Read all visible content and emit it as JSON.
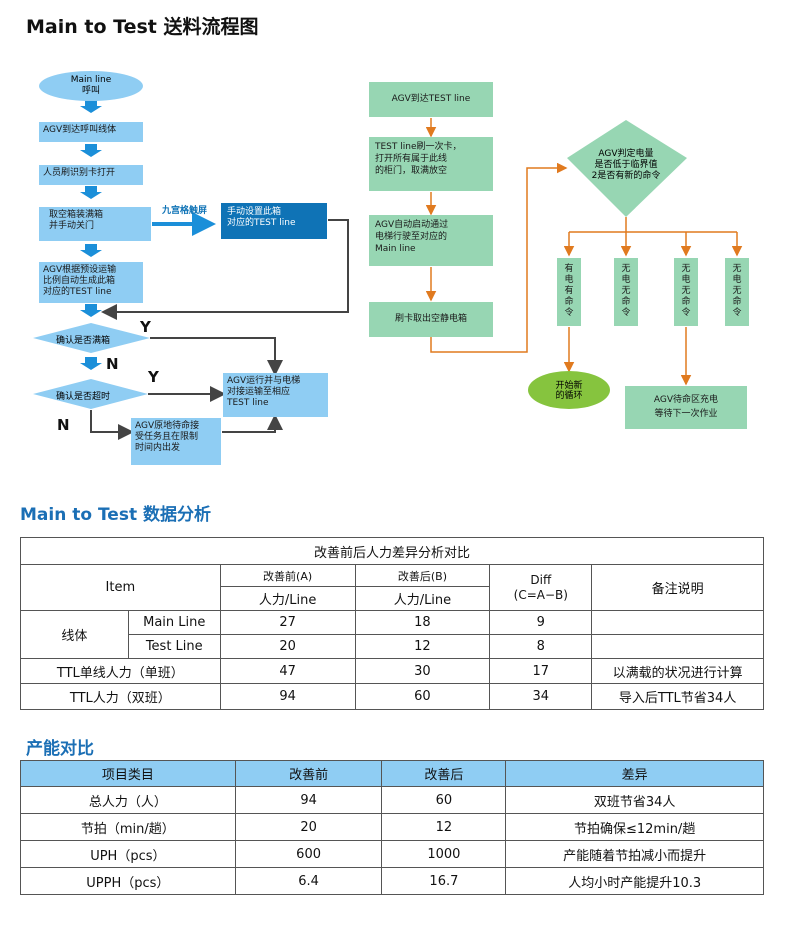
{
  "heading_flow": "Main to Test 送料流程图",
  "heading_data": "Main to Test 数据分析",
  "heading_capacity": "产能对比",
  "flow": {
    "start": "Main line\n呼叫",
    "step1": "AGV到达呼叫线体",
    "step2": "人员刷识别卡打开",
    "step3": "取空箱装满箱\n并手动关门",
    "step4": "AGV根据预设运输\n比例自动生成此箱\n对应的TEST line",
    "side_label": "九宫格触屏",
    "side_box": "手动设置此箱\n对应的TEST line",
    "decision1": "确认是否满箱",
    "decision2": "确认是否超时",
    "y1": "Y",
    "y2": "Y",
    "n1": "N",
    "n2": "N",
    "run_box": "AGV运行并与电梯\n对接运输至相应\nTEST line",
    "wait_box": "AGV原地待命接\n受任务且在限制\n时间内出发",
    "g1": "AGV到达TEST line",
    "g2": "TEST line刷一次卡，\n打开所有属于此线\n的柜门，取满放空",
    "g3": "AGV自动启动通过\n电梯行驶至对应的\nMain line",
    "g4": "刷卡取出空静电箱",
    "decision3": "AGV判定电量\n是否低于临界值\n2是否有新的命令",
    "v1": "有电有命令",
    "v2": "无电无命令",
    "v3": "无电无命令",
    "v4": "无电无命令",
    "oval_end": "开始新\n的循环",
    "charge_box": "AGV待命区充电\n等待下一次作业"
  },
  "table1": {
    "title": "改善前后人力差异分析对比",
    "col_item": "Item",
    "col_before": "改善前(A)",
    "col_after": "改善后(B)",
    "col_diff": "Diff\n(C=A−B)",
    "col_note": "备注说明",
    "unit_before": "人力/Line",
    "unit_after": "人力/Line",
    "group_label": "线体",
    "rows": [
      {
        "sub": "Main Line",
        "a": "27",
        "b": "18",
        "c": "9",
        "note": ""
      },
      {
        "sub": "Test Line",
        "a": "20",
        "b": "12",
        "c": "8",
        "note": ""
      }
    ],
    "rows2": [
      {
        "label": "TTL单线人力（单班）",
        "a": "47",
        "b": "30",
        "c": "17",
        "note": "以满载的状况进行计算"
      },
      {
        "label": "TTL人力（双班）",
        "a": "94",
        "b": "60",
        "c": "34",
        "note": "导入后TTL节省34人"
      }
    ]
  },
  "table2": {
    "headers": [
      "项目类目",
      "改善前",
      "改善后",
      "差异"
    ],
    "rows": [
      [
        "总人力（人）",
        "94",
        "60",
        "双班节省34人"
      ],
      [
        "节拍（min/趟）",
        "20",
        "12",
        "节拍确保≤12min/趟"
      ],
      [
        "UPH（pcs）",
        "600",
        "1000",
        "产能随着节拍减小而提升"
      ],
      [
        "UPPH（pcs）",
        "6.4",
        "16.7",
        "人均小时产能提升10.3"
      ]
    ]
  }
}
